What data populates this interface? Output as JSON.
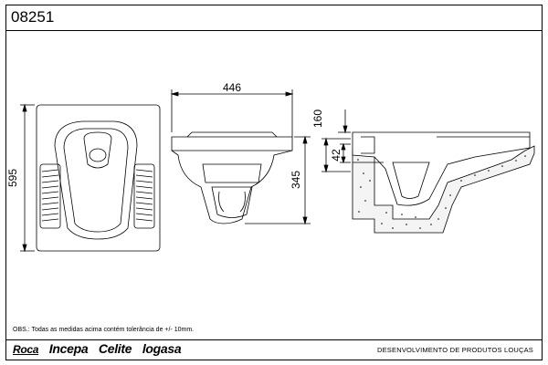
{
  "drawing": {
    "code": "08251",
    "dimensions": {
      "width": "446",
      "length": "595",
      "height": "345",
      "top_offset": "160",
      "inlet": "42"
    },
    "note": "OBS.: Todas as medidas acima contém tolerância de +/- 10mm.",
    "brands": [
      "Roca",
      "Incepa",
      "Celite",
      "logasa"
    ],
    "department": "DESENVOLVIMENTO DE PRODUTOS LOUÇAS"
  }
}
